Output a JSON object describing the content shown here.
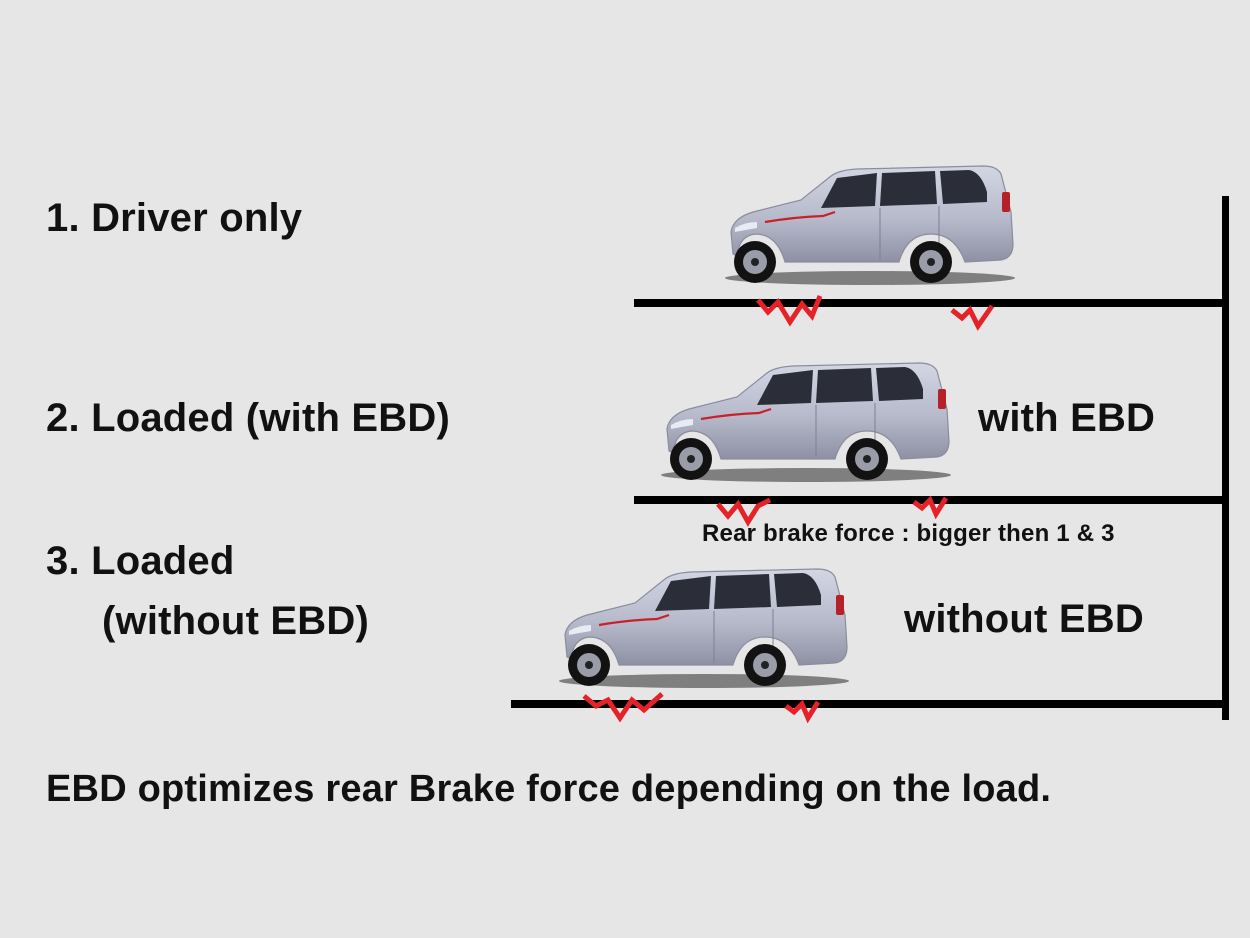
{
  "scenarios": {
    "s1": {
      "label": "1. Driver only"
    },
    "s2": {
      "label": "2. Loaded (with EBD)",
      "side_label": "with EBD",
      "note": "Rear brake force : bigger then 1 & 3"
    },
    "s3": {
      "label_line1": "3. Loaded",
      "label_line2": "(without EBD)",
      "side_label": "without EBD"
    }
  },
  "footer": "EBD optimizes rear Brake force depending on the load.",
  "colors": {
    "background": "#e6e6e6",
    "text": "#111111",
    "brake_mark": "#e52228",
    "car_body": "#b9bccd"
  },
  "icons": {
    "car": "mpv-car-icon",
    "brake": "brake-force-zigzag-icon"
  }
}
